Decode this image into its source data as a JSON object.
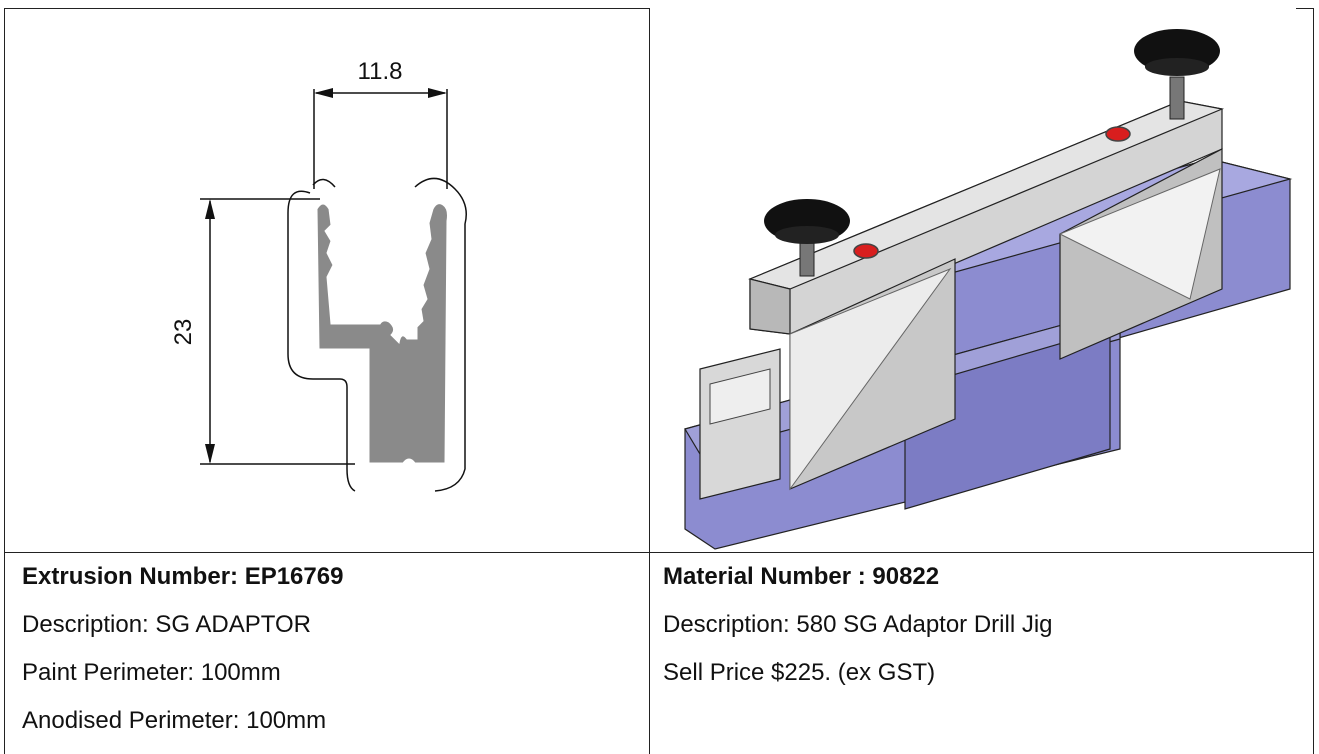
{
  "drawing": {
    "dim_width": "11.8",
    "dim_height": "23"
  },
  "left": {
    "heading": "Extrusion Number: EP16769",
    "description": "Description: SG ADAPTOR",
    "paint_perimeter": "Paint Perimeter: 100mm",
    "anodised_perimeter": "Anodised Perimeter: 100mm"
  },
  "right": {
    "heading": "Material Number : 90822",
    "description": "Description: 580 SG Adaptor Drill Jig",
    "price": "Sell Price $225. (ex GST)"
  },
  "colors": {
    "profile_fill": "#8a8a8a",
    "jig_silver": "#c8c8c8",
    "rail_blue": "#8c8cd0",
    "knob_black": "#111111",
    "hole_red": "#d81e1e"
  }
}
